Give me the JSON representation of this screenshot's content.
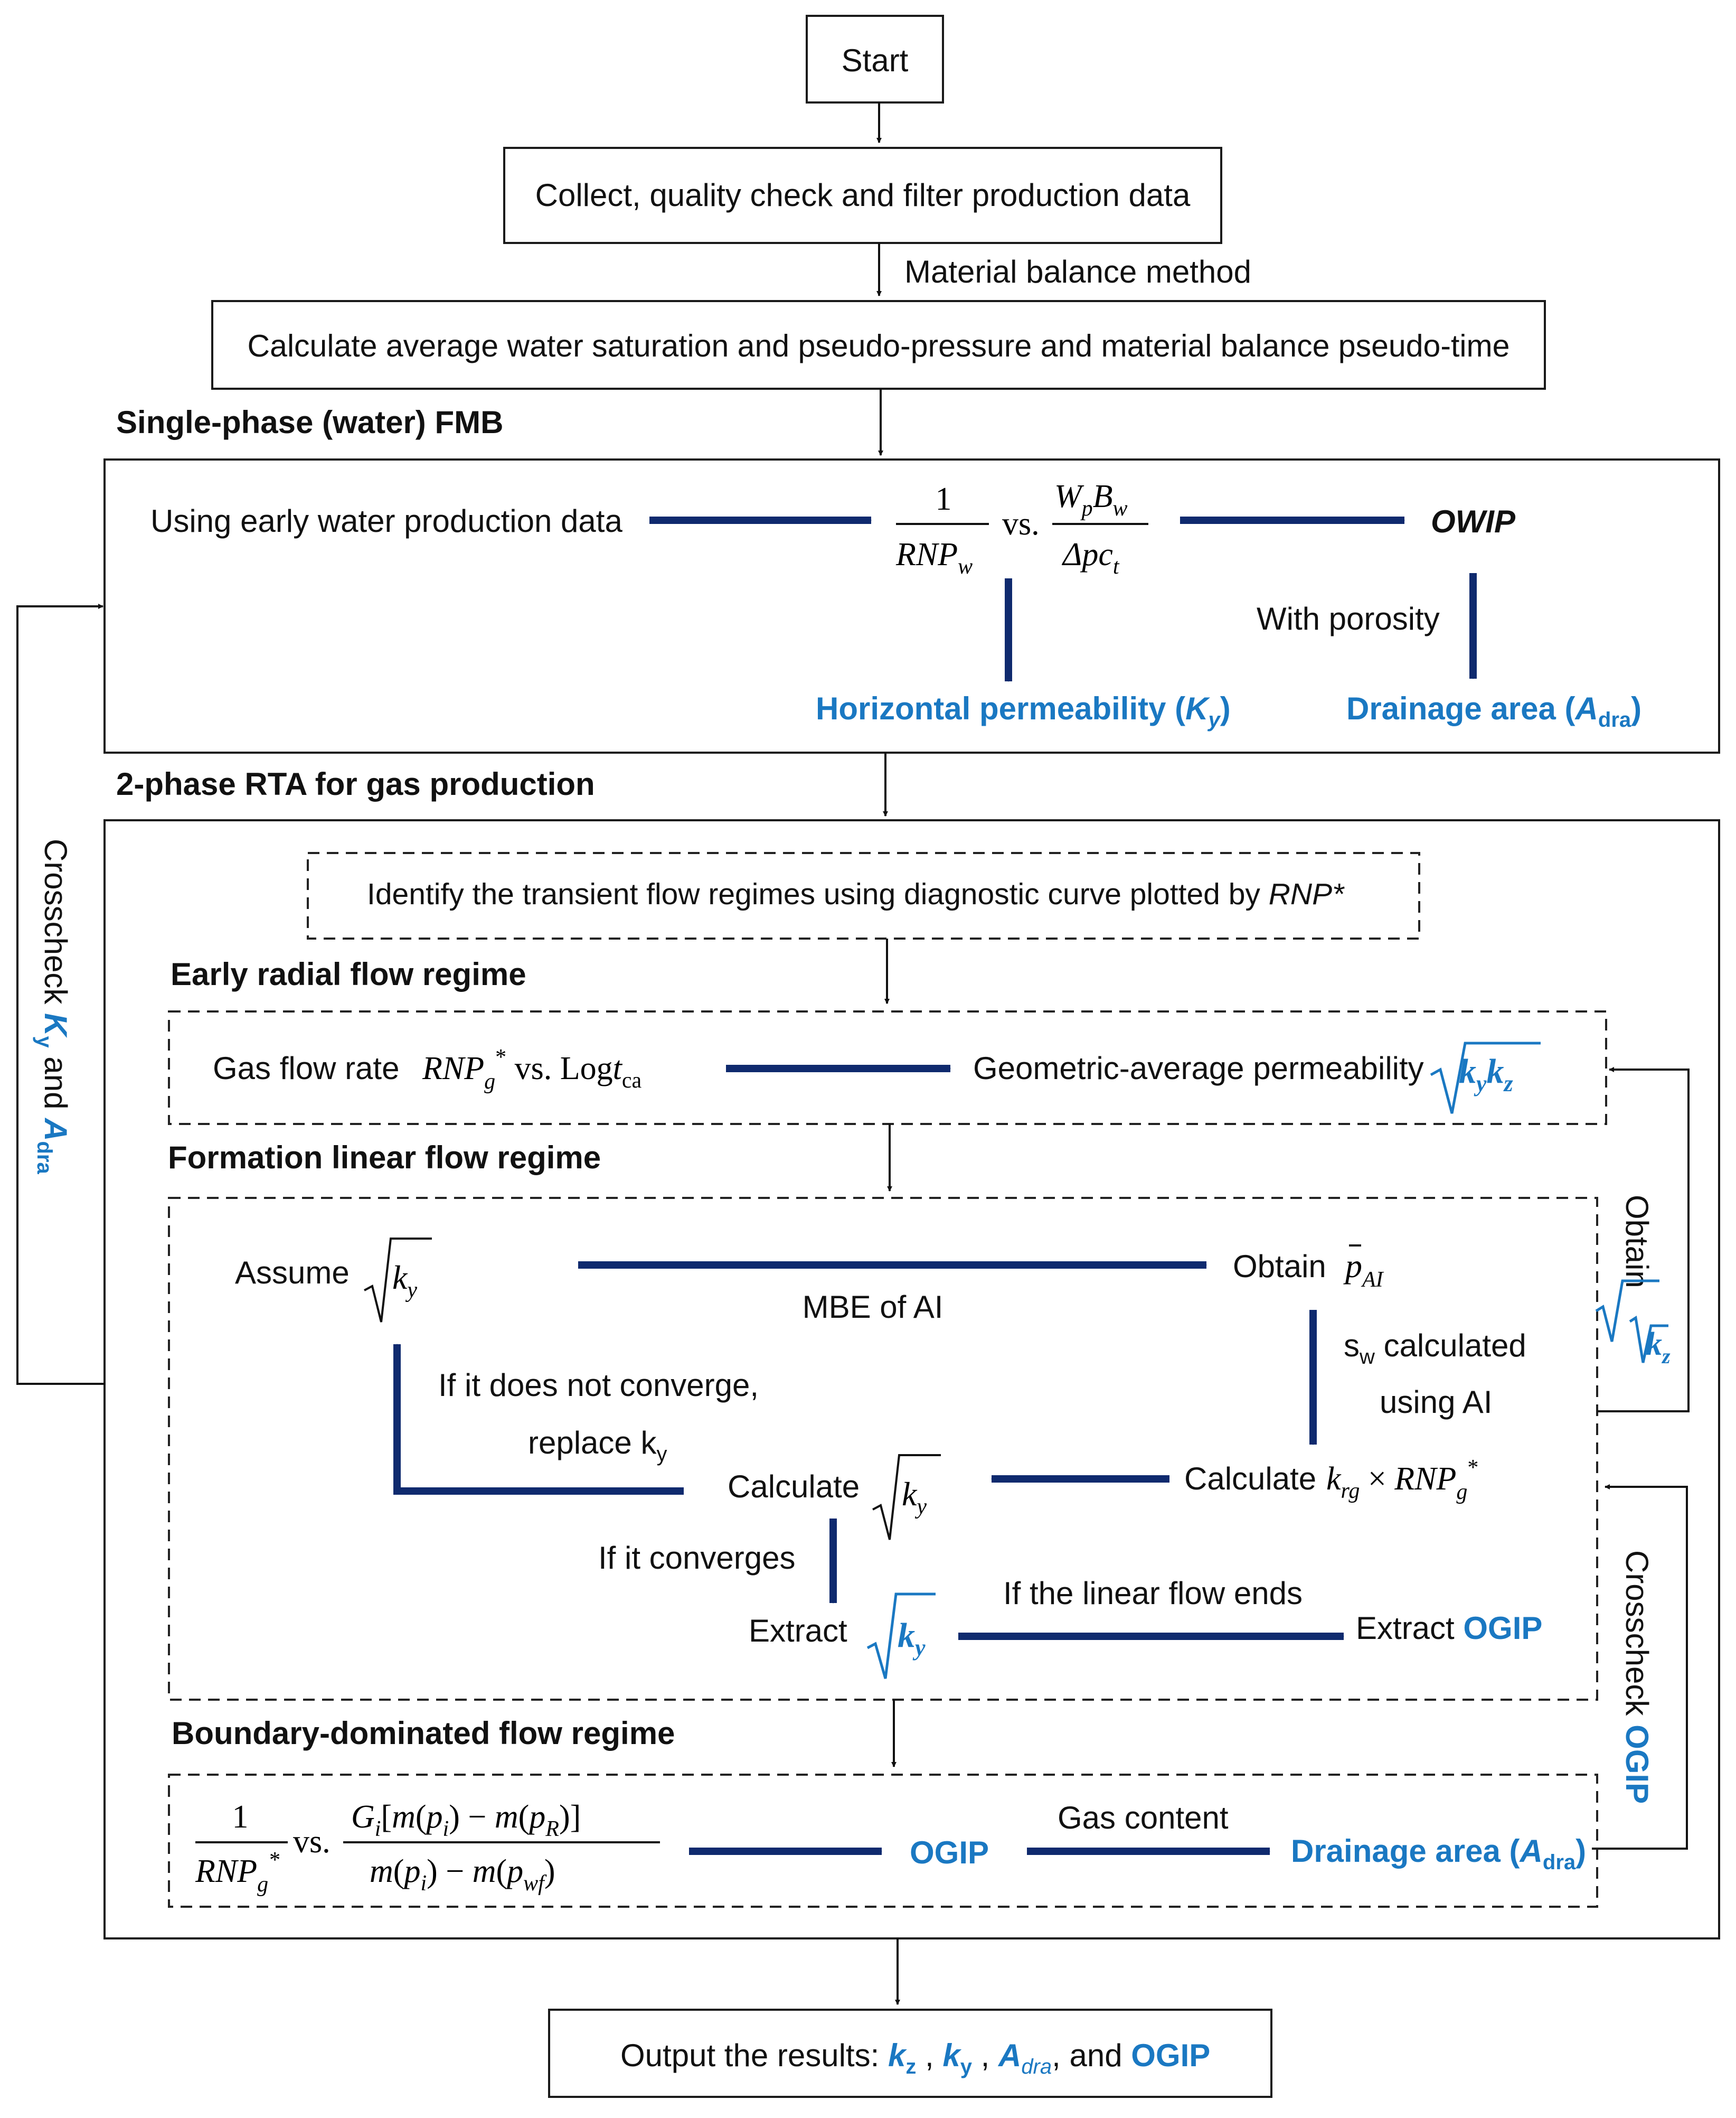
{
  "start_label": "Start",
  "collect_label": "Collect, quality check and filter production data",
  "mbm_label": "Material balance method",
  "calc_label": "Calculate average water saturation and pseudo-pressure and material balance pseudo-time",
  "single_phase": {
    "header": "Single-phase (water) FMB",
    "early_water": "Using early water production data",
    "plot_vs": "vs.",
    "owip": "OWIP",
    "with_porosity": "With porosity",
    "horiz_perm": "Horizontal permeability (",
    "k_y": "K",
    "y_sub": "y",
    "close_paren": ")",
    "drainage": "Drainage area (",
    "a_dra": "A",
    "dra_sub": "dra"
  },
  "two_phase": {
    "header": "2-phase RTA for gas production",
    "identify": "Identify the transient flow regimes using diagnostic curve plotted by ",
    "identify_rnp": "RNP*",
    "early_radial": "Early radial flow regime",
    "gas_flow_rate": "Gas flow rate",
    "geo_avg_perm": "Geometric-average permeability",
    "formation_linear": "Formation linear flow regime",
    "assume": "Assume",
    "mbe_of_ai": "MBE of AI",
    "obtain": "Obtain",
    "sw_calculated": "calculated",
    "using_ai": "using AI",
    "if_not_converge": "If it does not converge,",
    "replace": "replace k",
    "calculate": "Calculate",
    "if_converges": "If it converges",
    "extract": "Extract",
    "if_linear_ends": "If the linear flow ends",
    "extract_ogip_1": "Extract",
    "extract_ogip_2": "OGIP",
    "obtain_side": "Obtain",
    "crosscheck_ogip_1": "Crosscheck",
    "crosscheck_ogip_2": "OGIP",
    "boundary": "Boundary-dominated flow regime",
    "ogip": "OGIP",
    "gas_content": "Gas content",
    "drainage2": "Drainage area (",
    "a_dra": "A",
    "dra_sub": "dra",
    "close_paren": ")"
  },
  "left_crosscheck": {
    "crosscheck": "Crosscheck",
    "and": "and"
  },
  "output": {
    "prefix": "Output the results:",
    "comma": ",",
    "and": ", and",
    "ogip": "OGIP"
  },
  "colors": {
    "accent_blue": "#1a78c2",
    "arrow_navy": "#0f2a6e",
    "line_black": "#111111"
  }
}
